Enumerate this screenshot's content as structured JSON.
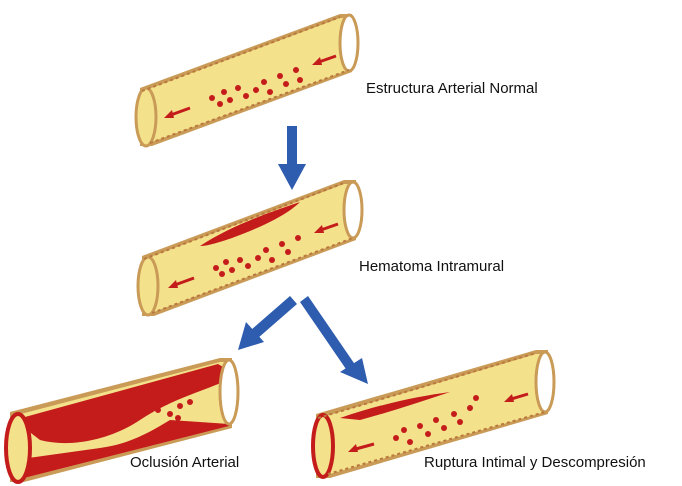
{
  "diagram": {
    "colors": {
      "vessel_wall": "#f4e18c",
      "vessel_outline": "#c99b57",
      "blood": "#c41b1b",
      "arrow": "#2e5cae"
    },
    "stages": {
      "normal": "Estructura Arterial Normal",
      "hematoma": "Hematoma Intramural",
      "oclusion": "Oclusión Arterial",
      "ruptura": "Ruptura Intimal y Descompresión"
    }
  }
}
